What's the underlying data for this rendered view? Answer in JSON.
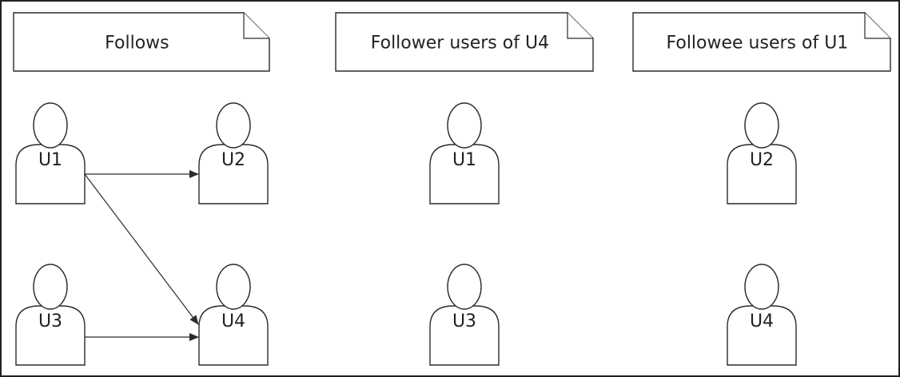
{
  "panels": [
    {
      "id": "follows",
      "title": "Follows"
    },
    {
      "id": "followers-u4",
      "title": "Follower users of U4"
    },
    {
      "id": "followees-u1",
      "title": "Followee users of U1"
    }
  ],
  "follows_graph": {
    "users": [
      "U1",
      "U2",
      "U3",
      "U4"
    ],
    "edges": [
      {
        "from": "U1",
        "to": "U2"
      },
      {
        "from": "U1",
        "to": "U4"
      },
      {
        "from": "U3",
        "to": "U4"
      }
    ]
  },
  "followers_of_u4": [
    "U1",
    "U3"
  ],
  "followees_of_u1": [
    "U2",
    "U4"
  ],
  "colors": {
    "stroke": "#2b2b2b",
    "background": "#ffffff",
    "text": "#222222"
  }
}
